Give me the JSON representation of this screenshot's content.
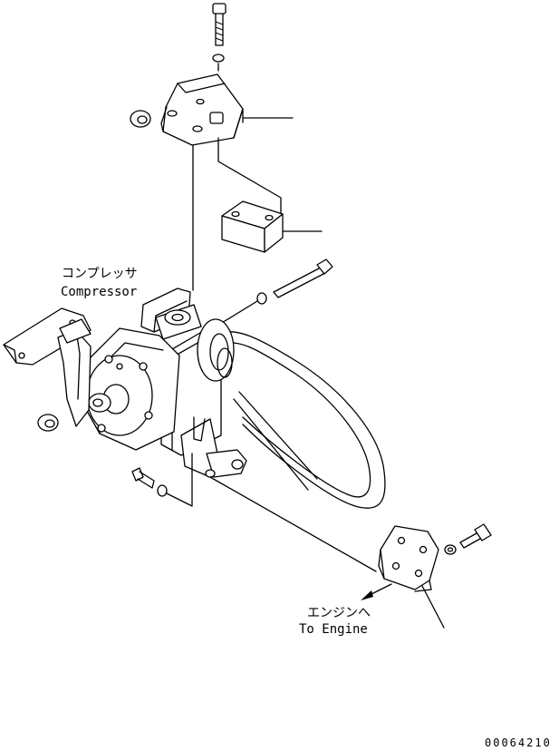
{
  "labels": {
    "compressor_jp": "コンプレッサ",
    "compressor_en": "Compressor",
    "engine_jp": "エンジンへ",
    "engine_en": "To Engine"
  },
  "reference_number": "00064210"
}
